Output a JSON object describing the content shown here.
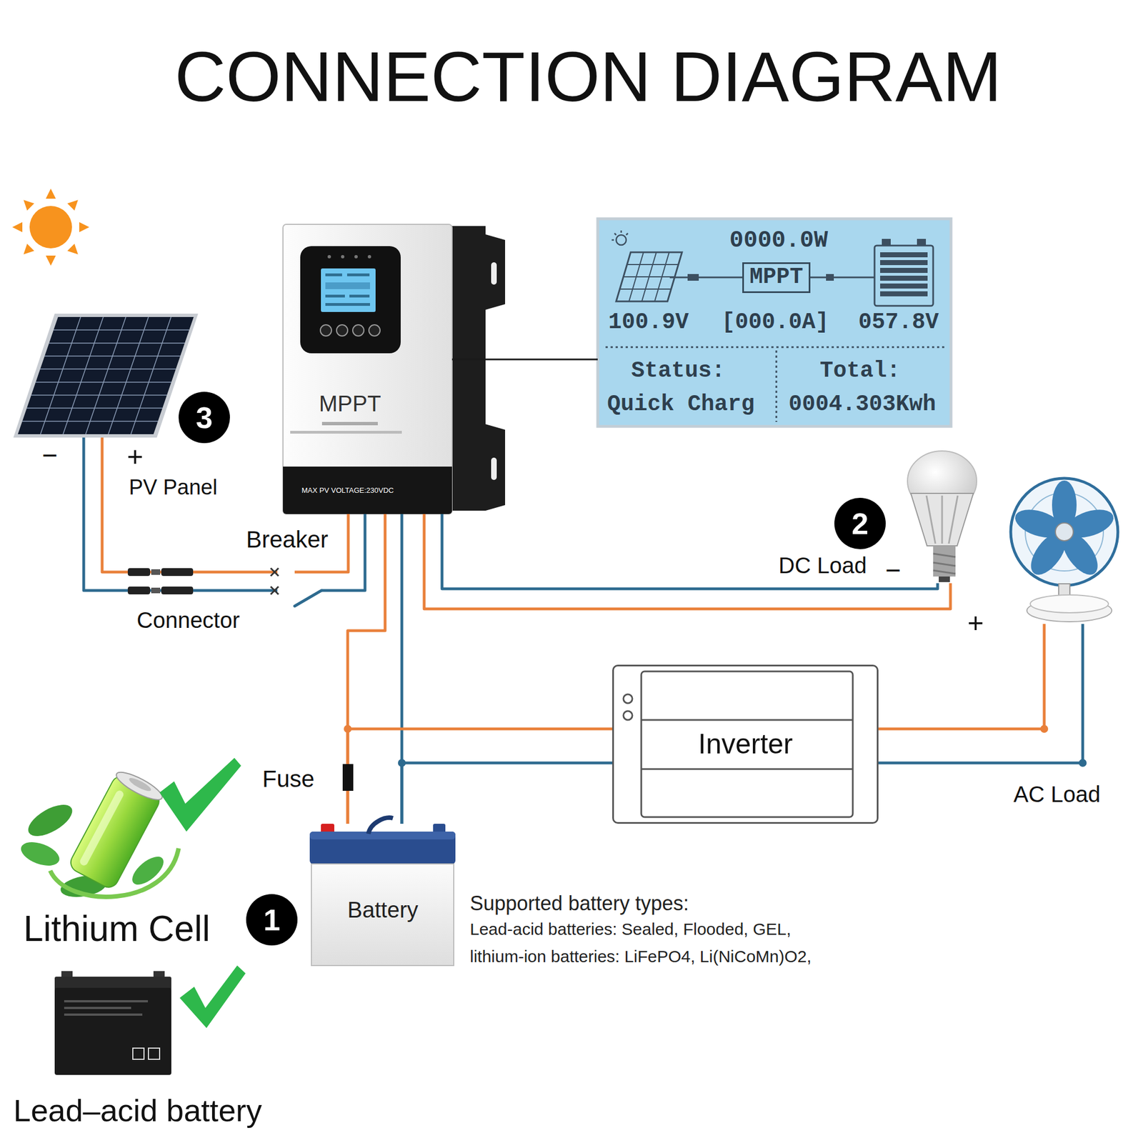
{
  "diagram": {
    "title": "CONNECTION DIAGRAM",
    "nodes": [
      {
        "text": [
          "PV Panel"
        ]
      },
      {
        "text": [
          "MPPT",
          "MAX PV VOLTAGE:230VDC"
        ]
      },
      {
        "text": [
          "0000.0W",
          "100.9V",
          "[000.0A]",
          "057.8V",
          "Status:",
          "Quick Charg",
          "Total:",
          "0004.303Kwh"
        ]
      },
      {
        "text": [
          "MPPT"
        ],
        "in": 2
      },
      {
        "text": [
          "DC Load"
        ]
      },
      {
        "text": [
          "AC Load"
        ]
      },
      {
        "text": [
          "Inverter"
        ]
      },
      {
        "text": [
          "Battery"
        ]
      }
    ],
    "edges": [
      {
        "from": 0,
        "to": 1,
        "arrow": "none"
      },
      {
        "from": 0,
        "to": 1,
        "arrow": "none"
      },
      {
        "from": 1,
        "to": 2,
        "arrow": "none"
      },
      {
        "from": 1,
        "to": 4,
        "arrow": "none"
      },
      {
        "from": 1,
        "to": 4,
        "arrow": "none"
      },
      {
        "from": 1,
        "to": 7,
        "arrow": "none"
      },
      {
        "from": 1,
        "to": 7,
        "arrow": "none"
      },
      {
        "from": 7,
        "to": 6,
        "arrow": "none"
      },
      {
        "from": 7,
        "to": 6,
        "arrow": "none"
      },
      {
        "from": 6,
        "to": 5,
        "arrow": "none"
      },
      {
        "from": 6,
        "to": 5,
        "arrow": "none"
      }
    ],
    "labels": [
      "−",
      "+",
      "3",
      "Breaker",
      "Connector",
      "2",
      "−",
      "+",
      "Fuse",
      "1",
      "Lithium Cell",
      "Supported battery types:",
      "Lead-acid batteries: Sealed, Flooded, GEL,",
      "lithium-ion batteries: LiFePO4, Li(NiCoMn)O2,",
      "Lead–acid battery"
    ]
  }
}
